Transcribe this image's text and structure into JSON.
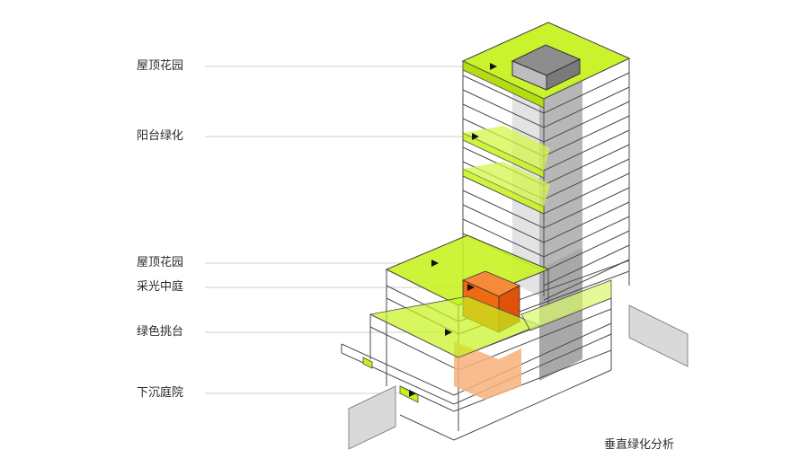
{
  "labels": [
    {
      "text": "屋顶花园"
    },
    {
      "text": "阳台绿化"
    },
    {
      "text": "屋顶花园"
    },
    {
      "text": "采光中庭"
    },
    {
      "text": "绿色挑台"
    },
    {
      "text": "下沉庭院"
    }
  ],
  "caption": "垂直绿化分析",
  "colors": {
    "green": "#c6f21c",
    "green_light": "#e6fa9a",
    "orange": "#f06a12",
    "orange_light": "#f7b27a",
    "core": "#9a9a9a",
    "line": "#333333",
    "leader": "#c8c8c8"
  }
}
